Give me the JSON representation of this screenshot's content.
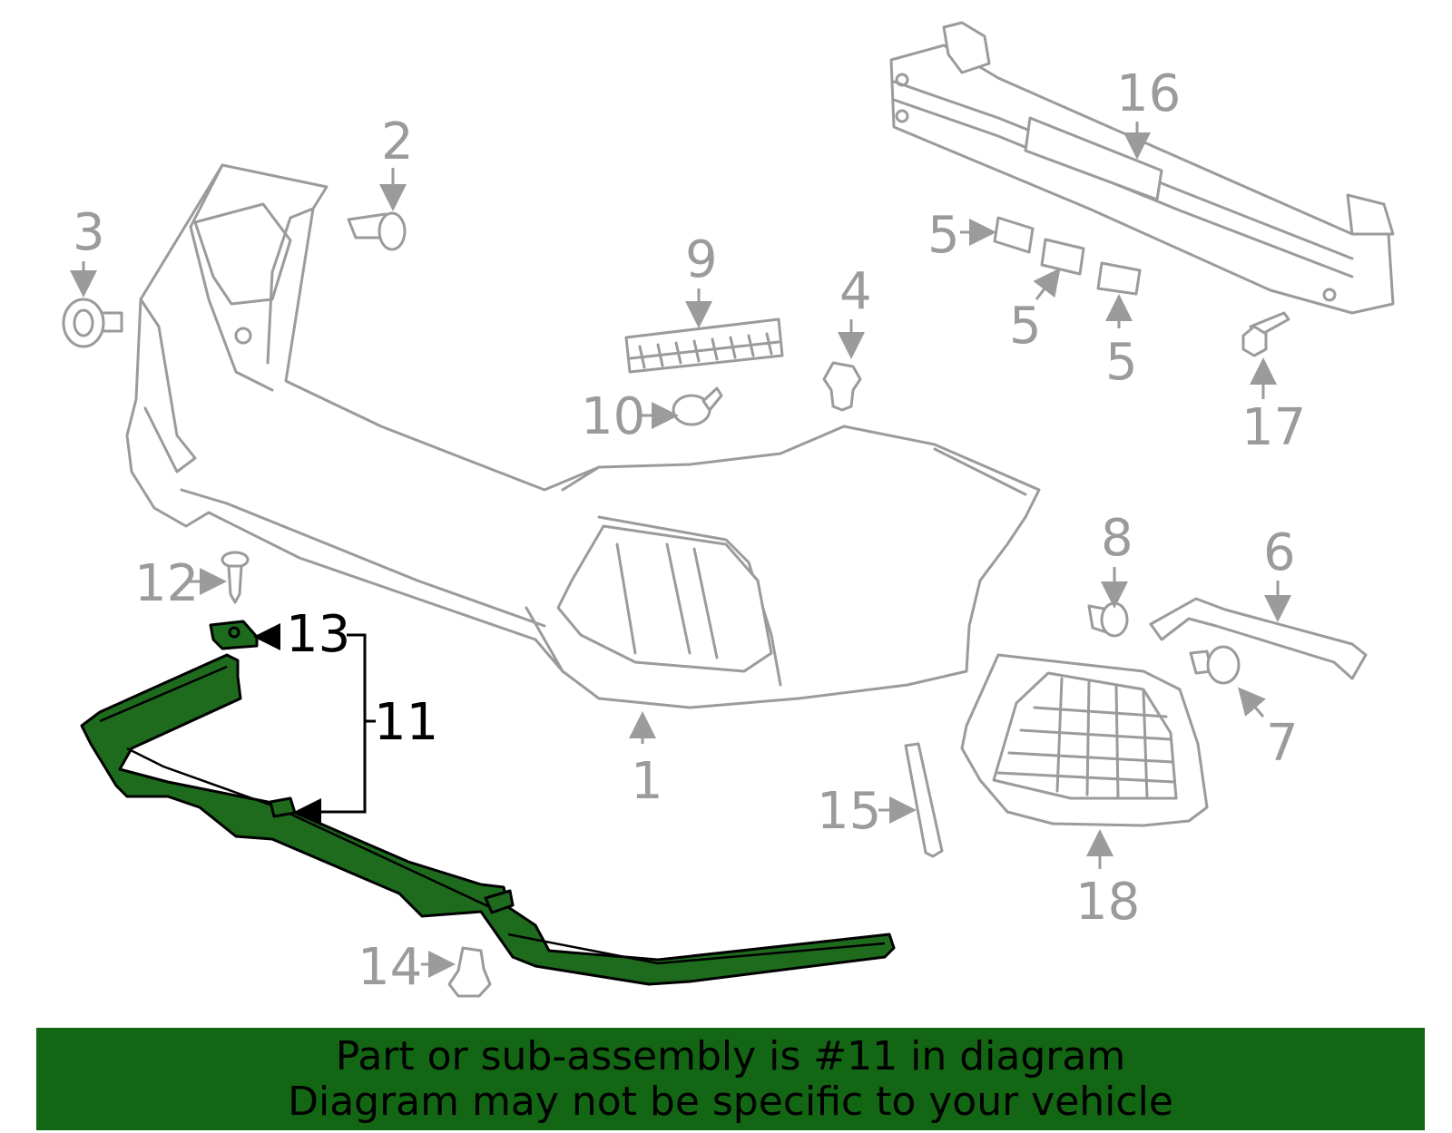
{
  "callouts": {
    "c1": "1",
    "c2": "2",
    "c3": "3",
    "c4": "4",
    "c5a": "5",
    "c5b": "5",
    "c5c": "5",
    "c6": "6",
    "c7": "7",
    "c8": "8",
    "c9": "9",
    "c10": "10",
    "c11": "11",
    "c12": "12",
    "c13": "13",
    "c14": "14",
    "c15": "15",
    "c16": "16",
    "c17": "17",
    "c18": "18"
  },
  "banner": {
    "line1": "Part or sub-assembly is #11 in diagram",
    "line2": "Diagram may not be specific to your vehicle",
    "color": "#136613"
  },
  "colors": {
    "highlight": "#1e6b1e",
    "parts": "#9b9b9b"
  }
}
